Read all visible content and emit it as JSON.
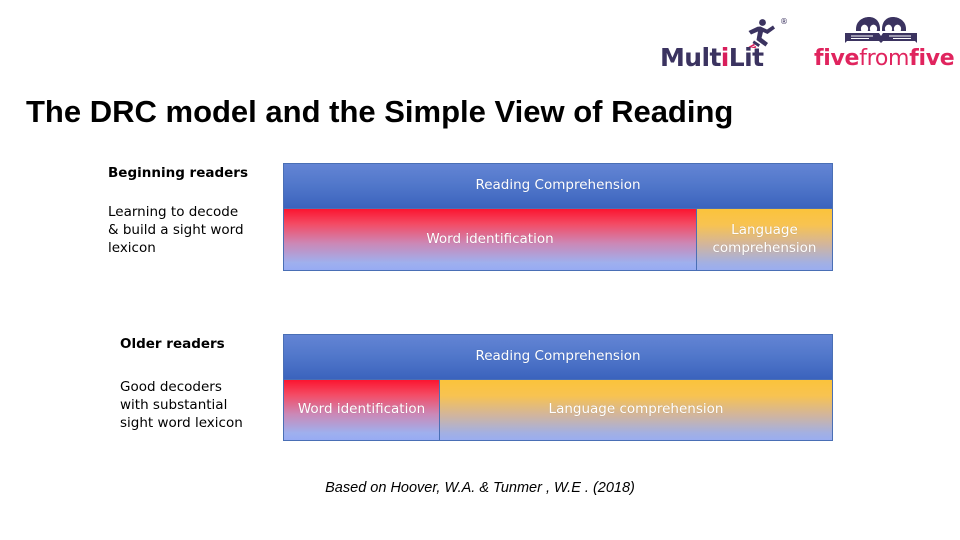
{
  "logos": {
    "multilit": {
      "text_main": "Mult",
      "text_i": "i",
      "text_end": "Lit",
      "registered_mark": "®",
      "icon": "running-figure-icon",
      "color": "#3b3360",
      "accent": "#d81e5b"
    },
    "five_from_five": {
      "word_five_1": "five",
      "word_from": "from",
      "word_five_2": "five",
      "icon": "open-book-with-two-readers-icon",
      "color": "#e0245e"
    }
  },
  "title": "The DRC model and the Simple View of Reading",
  "groups": [
    {
      "heading": "Beginning readers",
      "description": "Learning to decode\n& build a sight word\nlexicon",
      "description_lines": [
        "Learning to decode",
        "& build a sight word",
        "lexicon"
      ],
      "comprehension_bar": "Reading Comprehension",
      "components": [
        {
          "label": "Word identification",
          "width_percent": 75,
          "color": "#fb1530"
        },
        {
          "label": "Language\ncomprehension",
          "label_line1": "Language",
          "label_line2": "comprehension",
          "width_percent": 25,
          "color": "#fbc33b"
        }
      ]
    },
    {
      "heading": "Older readers",
      "description": "Good decoders\nwith substantial\nsight word lexicon",
      "description_lines": [
        "Good decoders",
        "with substantial",
        "sight word lexicon"
      ],
      "comprehension_bar": "Reading Comprehension",
      "components": [
        {
          "label": "Word identification",
          "width_percent": 28.5,
          "color": "#fb1530"
        },
        {
          "label": "Language comprehension",
          "width_percent": 71.5,
          "color": "#fbc33b"
        }
      ]
    }
  ],
  "citation": "Based on Hoover, W.A. & Tunmer , W.E . (2018)",
  "colors": {
    "bar_blue_top": "#6384d4",
    "bar_blue_bottom": "#3b63bd",
    "bar_red_top": "#fb1530",
    "bar_orange_top": "#fbc33b",
    "bar_blue_bottom_fade": "#97abf3",
    "bar_border": "#4a6fb5",
    "background": "#ffffff"
  }
}
